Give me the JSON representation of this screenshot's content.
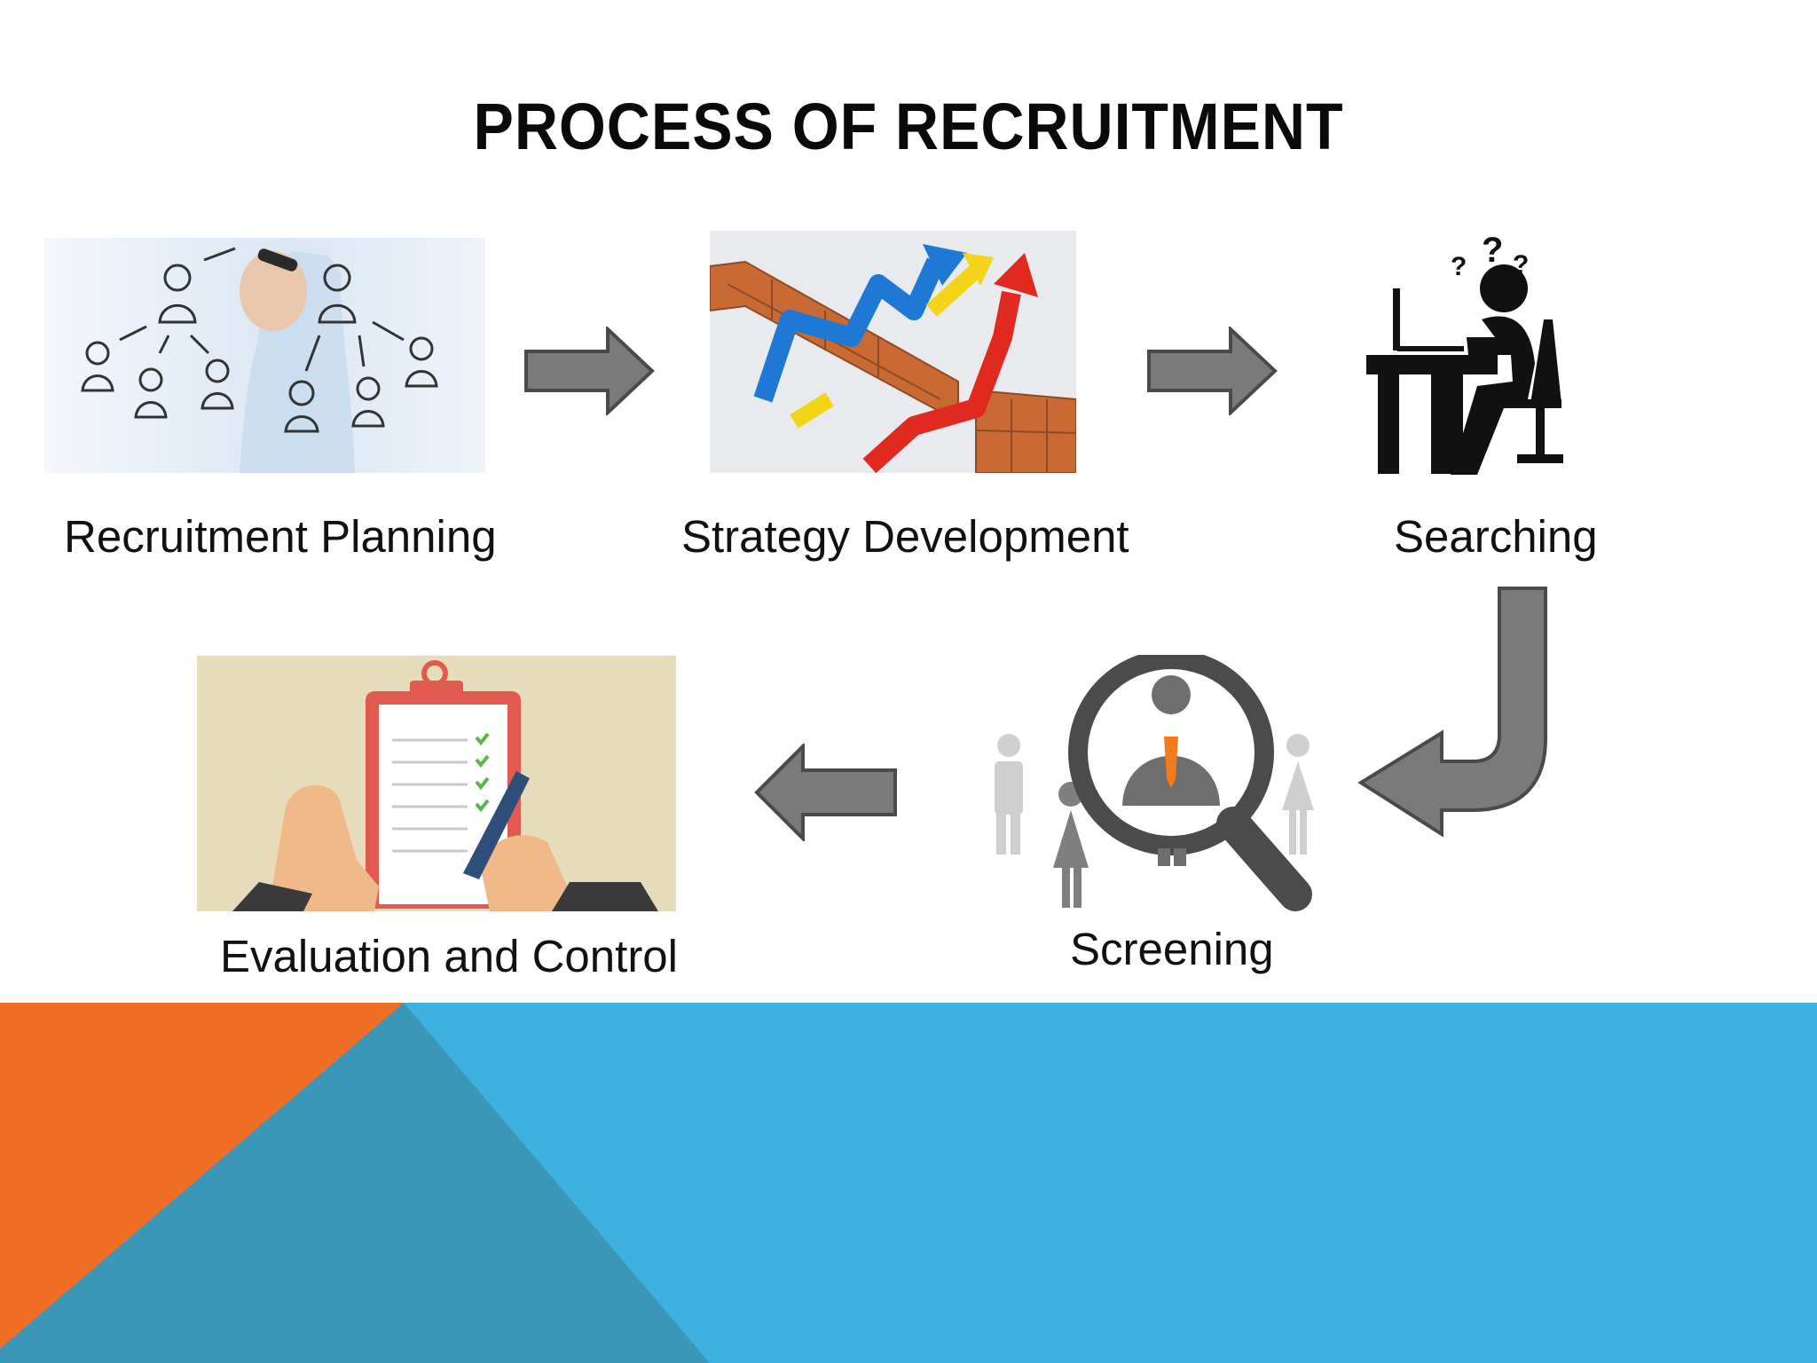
{
  "slide": {
    "title": "PROCESS OF RECRUITMENT",
    "colors": {
      "band_blue": "#3EB1E0",
      "band_teal": "#3C96B8",
      "band_orange": "#F26E24",
      "arrow_fill": "#7A7A7A",
      "arrow_stroke": "#4A4A4A"
    }
  },
  "steps": [
    {
      "label": "Recruitment Planning",
      "icon": "org-chart-drawing-icon"
    },
    {
      "label": "Strategy Development",
      "icon": "arrows-over-wall-icon"
    },
    {
      "label": "Searching",
      "icon": "person-at-computer-icon"
    },
    {
      "label": "Screening",
      "icon": "magnifier-people-icon"
    },
    {
      "label": "Evaluation and Control",
      "icon": "clipboard-checklist-icon"
    }
  ]
}
